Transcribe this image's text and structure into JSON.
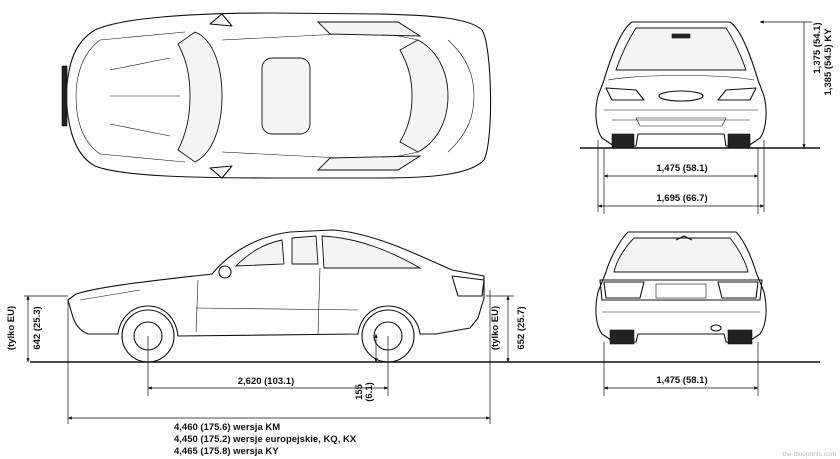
{
  "labels": {
    "height_1": "1,375 (54.1)",
    "height_2": "1,385 (54.5)  KY",
    "front_track": "1,475 (58.1)",
    "width": "1,695 (66.7)",
    "rear_track": "1,475 (58.1)",
    "wheelbase": "2,620 (103.1)",
    "ground_clearance_value": "155",
    "ground_clearance_inch": "(6.1)",
    "front_height_value": "642 (25.3)",
    "front_height_note": "(tylko EU)",
    "rear_height_value": "652 (25.7)",
    "rear_height_note": "(tylko EU)",
    "length_km": "4,460 (175.6)  wersja KM",
    "length_eu": "4,450 (175.2)  wersje europejskie, KQ, KX",
    "length_ky": "4,465 (175.8)  wersja KY"
  },
  "watermark": "the-blueprints.com"
}
